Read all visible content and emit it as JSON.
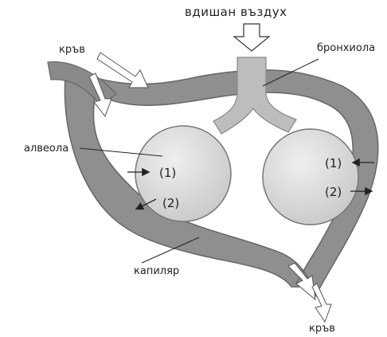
{
  "diagram": {
    "labels": {
      "inhaled_air": "вдишан въздух",
      "blood_in": "кръв",
      "bronchiole": "бронхиола",
      "alveolus": "алвеола",
      "capillary": "капиляр",
      "blood_out": "кръв"
    },
    "markers": {
      "left_1": "(1)",
      "left_2": "(2)",
      "right_1": "(1)",
      "right_2": "(2)"
    },
    "colors": {
      "vessel": "#8a8a8a",
      "vessel_dark": "#6e6e6e",
      "alveolus": "#e0e0e0",
      "bronchiole": "#bdbdbd",
      "line": "#222222"
    }
  }
}
